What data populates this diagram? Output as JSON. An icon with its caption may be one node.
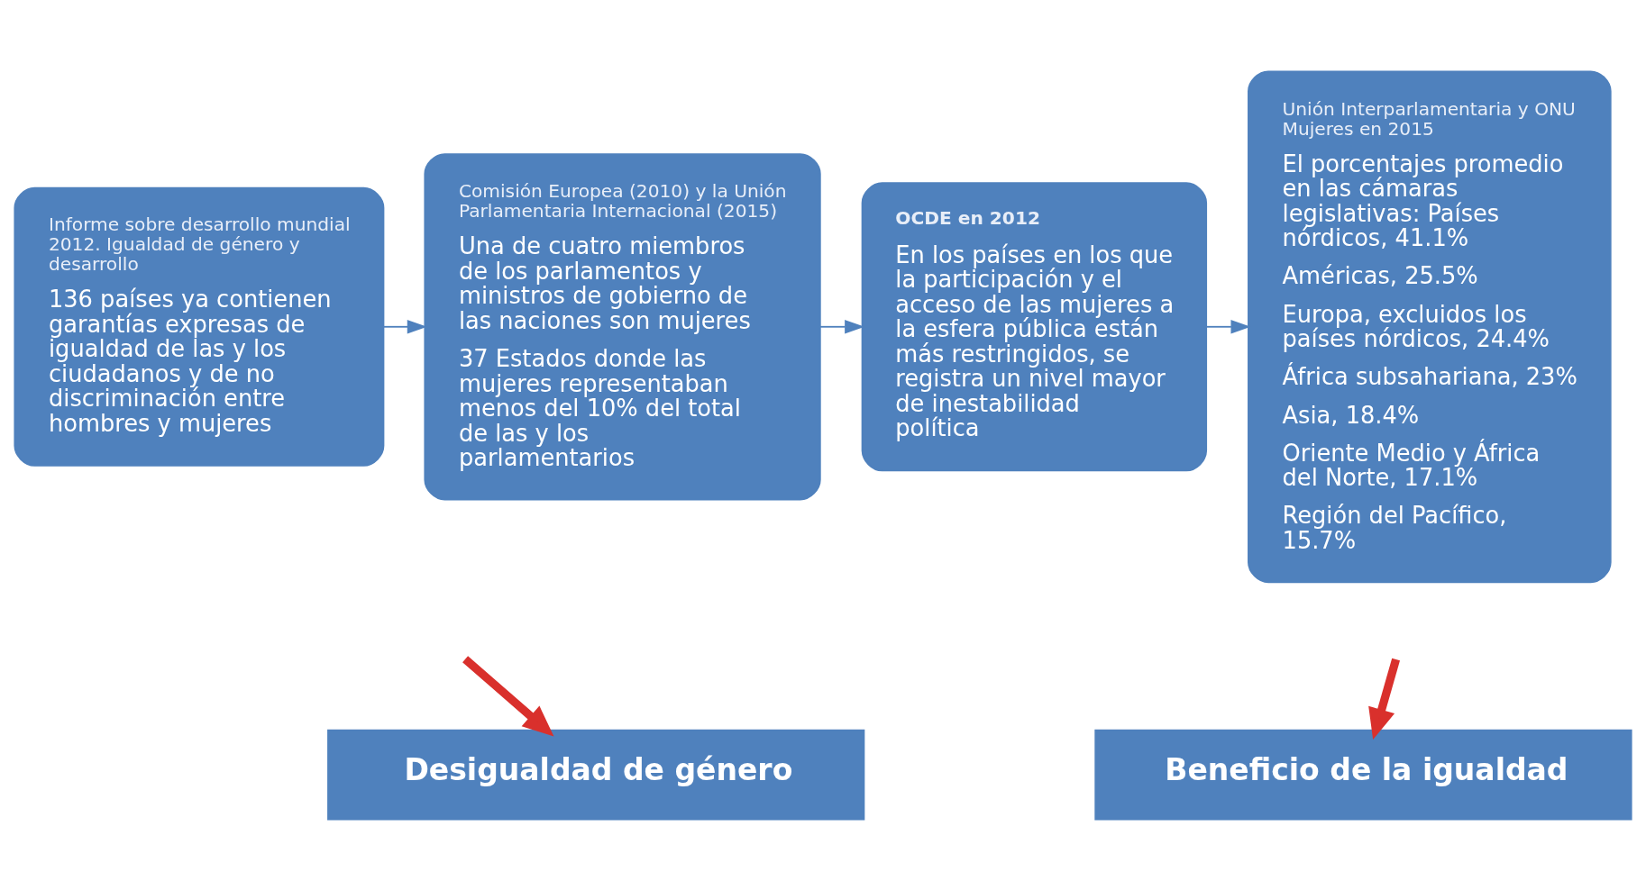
{
  "diagram": {
    "nodes": [
      {
        "text": [
          "Informe sobre desarrollo mundial 2012. Igualdad de género y desarrollo",
          "136 países ya contienen garantías expresas de igualdad de las y los ciudadanos y de no discriminación entre hombres y mujeres"
        ]
      },
      {
        "text": [
          "Comisión Europea (2010) y la Unión Parlamentaria Internacional (2015)",
          "Una de cuatro miembros de los parlamentos y ministros de gobierno de las naciones son mujeres",
          "37 Estados donde las mujeres representaban menos del 10% del total de las y los parlamentarios"
        ]
      },
      {
        "text": [
          "OCDE en 2012",
          "En los países en los que la participación y el acceso de las mujeres a la esfera pública están más restringidos, se registra un nivel mayor de inestabilidad política"
        ]
      },
      {
        "text": [
          "Unión Interparlamentaria y ONU Mujeres en 2015",
          "El porcentajes promedio en las cámaras legislativas: Países nórdicos, 41.1%",
          "Américas, 25.5%",
          "Europa, excluidos los países nórdicos, 24.4%",
          "África subsahariana, 23%",
          "Asia, 18.4%",
          "Oriente Medio y África del Norte, 17.1%",
          "Región del Pacífico, 15.7%"
        ]
      },
      {
        "text": [
          "Desigualdad de género"
        ]
      },
      {
        "text": [
          "Beneficio de la igualdad"
        ]
      }
    ],
    "edges": [
      {
        "from": 0,
        "to": 1,
        "arrow": "to"
      },
      {
        "from": 1,
        "to": 2,
        "arrow": "to"
      },
      {
        "from": 2,
        "to": 3,
        "arrow": "to"
      },
      {
        "from": null,
        "to": 4,
        "arrow": "to",
        "style": "thick",
        "color": "#d9302c"
      },
      {
        "from": null,
        "to": 5,
        "arrow": "to",
        "style": "thick",
        "color": "#d9302c"
      }
    ]
  }
}
